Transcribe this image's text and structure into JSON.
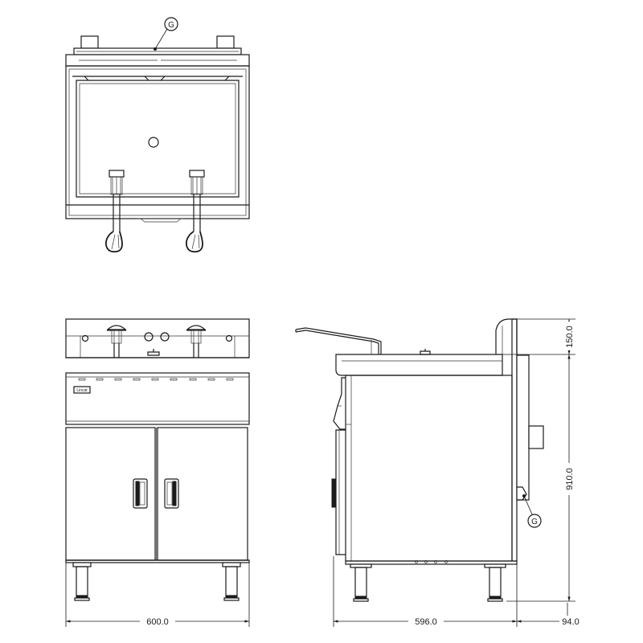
{
  "dimensions": {
    "front_width": "600.0",
    "side_depth": "596.0",
    "side_extra": "94.0",
    "top_height": "150.0",
    "body_height": "910.0"
  },
  "labels": {
    "gas_top": "G",
    "gas_side": "G",
    "brand_logo": "Lincat"
  },
  "colors": {
    "line": "#1a1a1a",
    "background": "#ffffff"
  }
}
